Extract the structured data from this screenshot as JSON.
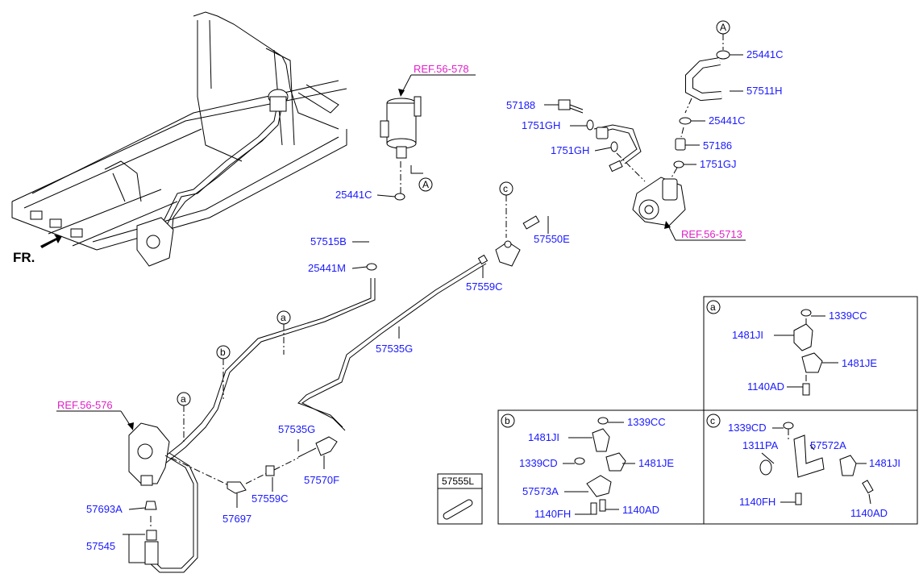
{
  "labels": {
    "ref_56_578": "REF.56-578",
    "ref_56_5713": "REF.56-5713",
    "ref_56_576": "REF.56-576",
    "fr": "FR.",
    "p25441C_top": "25441C",
    "p57511H": "57511H",
    "p57188": "57188",
    "p1751GH_a": "1751GH",
    "p1751GH_b": "1751GH",
    "p25441C_mid": "25441C",
    "p57186": "57186",
    "p1751GJ": "1751GJ",
    "p57550E": "57550E",
    "p25441C_left": "25441C",
    "p57515B": "57515B",
    "p25441M": "25441M",
    "p57559C_upper": "57559C",
    "p57535G_mid": "57535G",
    "p57535G_low": "57535G",
    "p57570F": "57570F",
    "p57559C_lower": "57559C",
    "p57697": "57697",
    "p57693A": "57693A",
    "p57545": "57545",
    "p57555L": "57555L"
  },
  "markers": {
    "A_top": "A",
    "A_mid": "A",
    "a_upper": "a",
    "a_lower": "a",
    "b": "b",
    "c": "c"
  },
  "detail_a": {
    "tag": "a",
    "p1339CC": "1339CC",
    "p1481JI": "1481JI",
    "p1481JE": "1481JE",
    "p1140AD": "1140AD"
  },
  "detail_b": {
    "tag": "b",
    "p1339CC": "1339CC",
    "p1481JI": "1481JI",
    "p1339CD": "1339CD",
    "p1481JE": "1481JE",
    "p57573A": "57573A",
    "p1140FH": "1140FH",
    "p1140AD": "1140AD"
  },
  "detail_c": {
    "tag": "c",
    "p1339CD": "1339CD",
    "p1311PA": "1311PA",
    "p57572A": "57572A",
    "p1481JI": "1481JI",
    "p1140FH": "1140FH",
    "p1140AD": "1140AD"
  },
  "colors": {
    "label": "#1a1aff",
    "reference": "#e020c8",
    "line": "#000000"
  }
}
